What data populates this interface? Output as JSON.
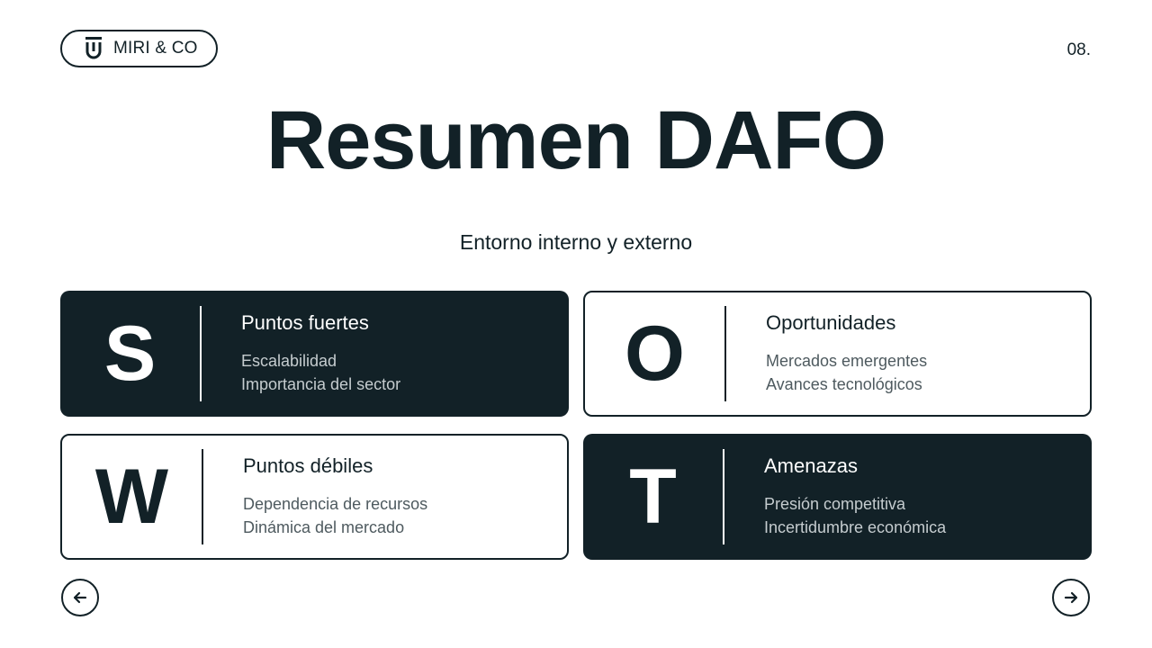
{
  "header": {
    "brand_name": "MIRI & CO",
    "page_number": "08."
  },
  "main": {
    "title": "Resumen DAFO",
    "subtitle": "Entorno interno y externo"
  },
  "swot": [
    {
      "letter": "S",
      "heading": "Puntos fuertes",
      "items": [
        "Escalabilidad",
        "Importancia del sector"
      ],
      "theme": "dark"
    },
    {
      "letter": "O",
      "heading": "Oportunidades",
      "items": [
        "Mercados emergentes",
        "Avances tecnológicos"
      ],
      "theme": "light"
    },
    {
      "letter": "W",
      "heading": "Puntos débiles",
      "items": [
        "Dependencia de recursos",
        "Dinámica del mercado"
      ],
      "theme": "light"
    },
    {
      "letter": "T",
      "heading": "Amenazas",
      "items": [
        "Presión competitiva",
        "Incertidumbre económica"
      ],
      "theme": "dark"
    }
  ],
  "navigation": {
    "prev_icon": "arrow-left-circle-icon",
    "next_icon": "arrow-right-circle-icon"
  },
  "colors": {
    "primary_dark": "#122127",
    "background": "#ffffff"
  }
}
